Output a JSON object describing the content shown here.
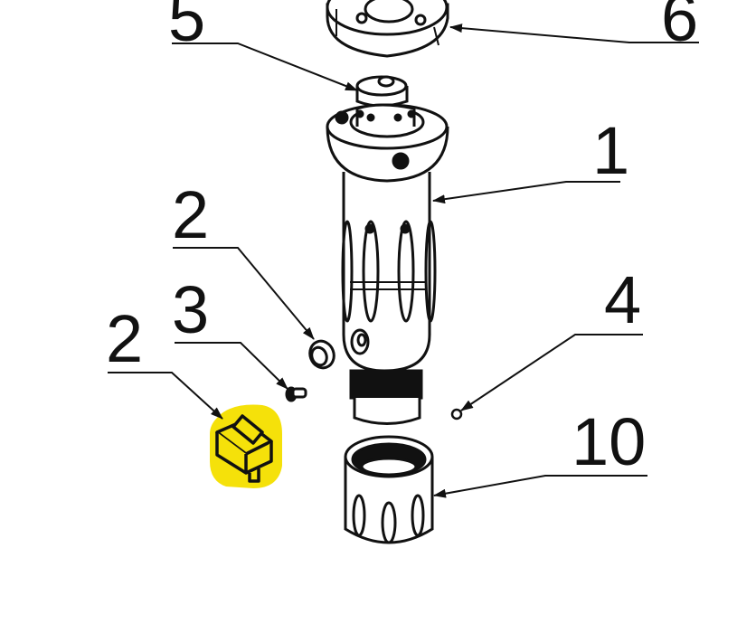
{
  "diagram": {
    "type": "exploded-parts-view",
    "background": "#ffffff",
    "line_color": "#111111",
    "highlight_color": "#f5e10a",
    "highlighted_part": "rocker-switch"
  },
  "callouts": [
    {
      "id": "c5",
      "label": "5",
      "part": "spindle-nut"
    },
    {
      "id": "c6",
      "label": "6",
      "part": "top-ring-plate"
    },
    {
      "id": "c1",
      "label": "1",
      "part": "main-body"
    },
    {
      "id": "c2a",
      "label": "2",
      "part": "o-ring"
    },
    {
      "id": "c3",
      "label": "3",
      "part": "screw"
    },
    {
      "id": "c2b",
      "label": "2",
      "part": "rocker-switch"
    },
    {
      "id": "c4",
      "label": "4",
      "part": "ball-bearing"
    },
    {
      "id": "c10",
      "label": "10",
      "part": "bottom-cap"
    }
  ]
}
